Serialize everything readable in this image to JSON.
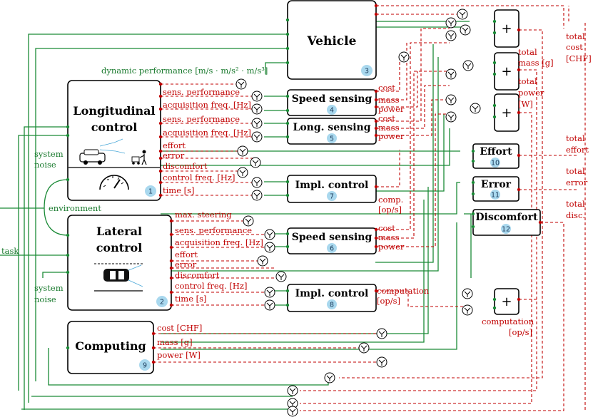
{
  "blocks": {
    "long": {
      "title1": "Longitudinal",
      "title2": "control",
      "num": "1"
    },
    "lat": {
      "title1": "Lateral",
      "title2": "control",
      "num": "2"
    },
    "vehicle": {
      "title": "Vehicle",
      "num": "3"
    },
    "speed1": {
      "title": "Speed sensing",
      "num": "4"
    },
    "longsens": {
      "title": "Long. sensing",
      "num": "5"
    },
    "speed2": {
      "title": "Speed sensing",
      "num": "6"
    },
    "impl1": {
      "title": "Impl. control",
      "num": "7"
    },
    "impl2": {
      "title": "Impl. control",
      "num": "8"
    },
    "computing": {
      "title": "Computing",
      "num": "9"
    },
    "effort": {
      "title": "Effort",
      "num": "10"
    },
    "error": {
      "title": "Error",
      "num": "11"
    },
    "discomfort": {
      "title": "Discomfort",
      "num": "12"
    },
    "plus": "+"
  },
  "labels": {
    "dynamic_performance": "dynamic performance [m/s · m/s² · m/s³]",
    "sens_performance": "sens. performance",
    "acq_freq": "acquisition freq. [Hz]",
    "effort": "effort",
    "error": "error",
    "discomfort": "discomfort",
    "control_freq": "control freq. [Hz]",
    "time": "time [s]",
    "max_steering": "max. steering",
    "cost": "cost",
    "mass": "mass",
    "power": "power",
    "comp1": "comp.",
    "comp2": "[op/s]",
    "computation": "computation",
    "computation_unit": "[op/s]",
    "cost_chf": "cost [CHF]",
    "mass_g": "mass [g]",
    "power_w": "power [W]",
    "system": "system",
    "noise": "noise",
    "environment": "environment",
    "task": "task",
    "total_cost1": "total",
    "total_cost2": "cost",
    "total_cost3": "[CHF]",
    "total_mass1": "total",
    "total_mass2": "mass [g]",
    "total_power1": "total",
    "total_power2": "power",
    "total_power3": "[W]",
    "total_effort1": "total",
    "total_effort2": "effort",
    "total_error1": "total",
    "total_error2": "error",
    "total_disc1": "total",
    "total_disc2": "disc.",
    "computation_out1": "computation",
    "computation_out2": "[op/s]"
  },
  "colors": {
    "functionality": "#1a8a36",
    "resource": "#c00000",
    "badge": "#a9d8ee"
  }
}
